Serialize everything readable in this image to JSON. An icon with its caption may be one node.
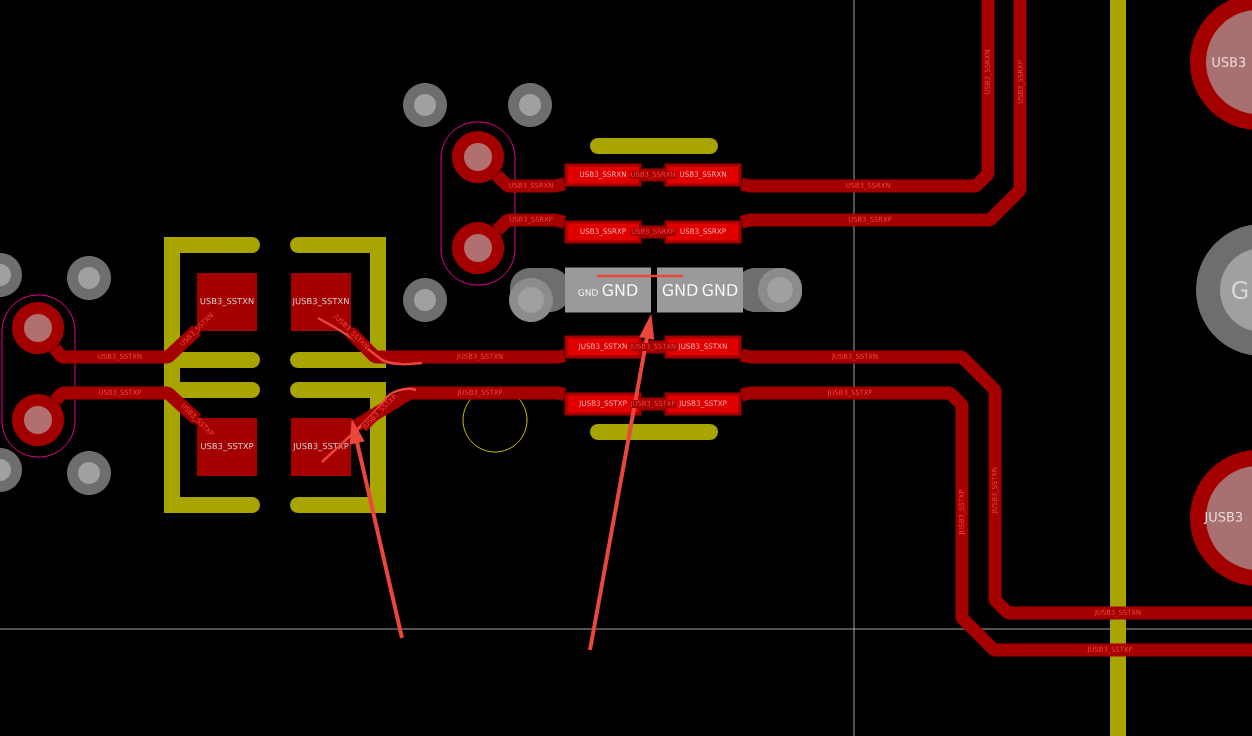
{
  "diagram": {
    "nodes": [
      {
        "text": [],
        "shape": "circle"
      },
      {
        "text": [],
        "shape": "circle"
      },
      {
        "text": [
          "USB3_SSTXN"
        ]
      },
      {
        "text": [
          "JUSB3_SSTXN"
        ]
      },
      {
        "text": [
          "USB3_SSTXP"
        ]
      },
      {
        "text": [
          "JUSB3_SSTXP"
        ]
      },
      {
        "text": [],
        "shape": "circle"
      },
      {
        "text": [],
        "shape": "circle"
      },
      {
        "text": [
          "USB3_SSRXN"
        ]
      },
      {
        "text": [
          "USB3_SSRXN"
        ]
      },
      {
        "text": [
          "USB3_SSRXP"
        ]
      },
      {
        "text": [
          "USB3_SSRXP"
        ]
      },
      {
        "text": [
          "GND",
          "GND"
        ]
      },
      {
        "text": [
          "GND",
          "GND"
        ]
      },
      {
        "text": [
          "JUSB3_SSTXN"
        ]
      },
      {
        "text": [
          "JUSB3_SSTXN"
        ]
      },
      {
        "text": [
          "JUSB3_SSTXP"
        ]
      },
      {
        "text": [
          "JUSB3_SSTXP"
        ]
      },
      {
        "text": [
          "USB3"
        ]
      },
      {
        "text": [
          "G"
        ]
      },
      {
        "text": [
          "JUSB3"
        ]
      }
    ],
    "edges": [
      {
        "from": 0,
        "to": 2,
        "arrow": "none",
        "label": "USB3_SSTXN"
      },
      {
        "from": 1,
        "to": 4,
        "arrow": "none",
        "label": "USB3_SSTXP"
      },
      {
        "from": 3,
        "to": 14,
        "arrow": "none",
        "label": "JUSB3_SSTXN"
      },
      {
        "from": 5,
        "to": 16,
        "arrow": "none",
        "label": "JUSB3_SSTXP"
      },
      {
        "from": 6,
        "to": 8,
        "arrow": "none",
        "label": "USB3_SSRXN"
      },
      {
        "from": 7,
        "to": 10,
        "arrow": "none",
        "label": "USB3_SSRXP"
      },
      {
        "from": 8,
        "to": 9,
        "arrow": "none",
        "label": "USB3_SSRXN"
      },
      {
        "from": 10,
        "to": 11,
        "arrow": "none",
        "label": "USB3_SSRXP"
      },
      {
        "from": 14,
        "to": 15,
        "arrow": "none",
        "label": "JUSB3_SSTXN"
      },
      {
        "from": 16,
        "to": 17,
        "arrow": "none",
        "label": "JUSB3_SSTXP"
      },
      {
        "from": 9,
        "to": null,
        "arrow": "none",
        "label": "USB3_SSRXN"
      },
      {
        "from": 11,
        "to": null,
        "arrow": "none",
        "label": "USB3_SSRXP"
      },
      {
        "from": 15,
        "to": null,
        "arrow": "none",
        "label": "JUSB3_SSTXN"
      },
      {
        "from": 17,
        "to": null,
        "arrow": "none",
        "label": "JUSB3_SSTXP"
      },
      {
        "from": null,
        "to": 5,
        "arrow": "to",
        "color": "#eb463c"
      },
      {
        "from": null,
        "to": 12,
        "arrow": "to",
        "color": "#eb463c"
      }
    ],
    "labels": [
      "USB3_SSRXN",
      "USB3_SSRXP",
      "USB3_SSTXN",
      "JUSB3_SSTXN",
      "USB3_SSTXP",
      "JUSB3_SSTXP",
      "JUSB3_SSTXN",
      "JUSB3_SSTXP",
      "JUSB3_SSTXN",
      "JUSB3_SSTXP"
    ]
  }
}
